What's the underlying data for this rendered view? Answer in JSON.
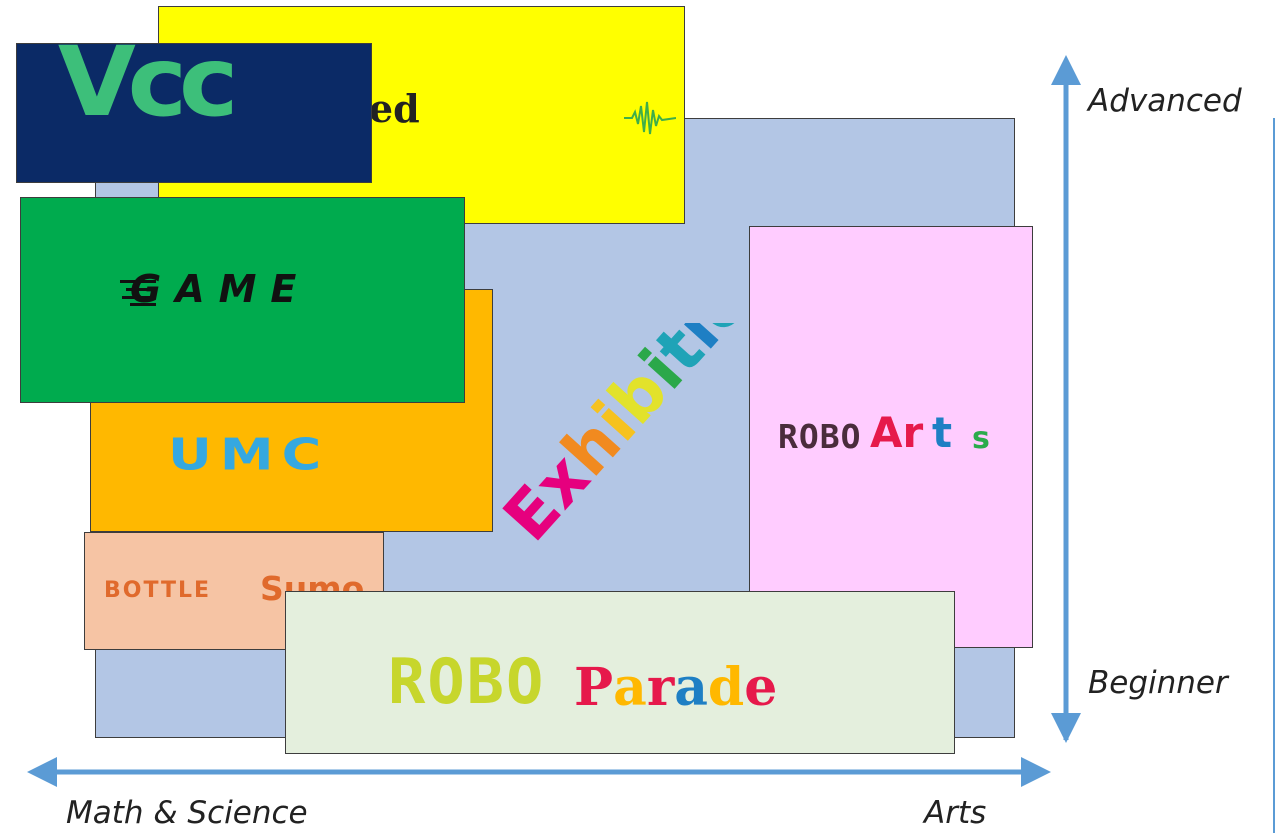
{
  "diagram": {
    "sections": {
      "vcc": {
        "label": "Vcc"
      },
      "robomed": {
        "label": "RoboMed"
      },
      "game": {
        "label": "GAME"
      },
      "umc": {
        "label": "UMC"
      },
      "bottlesumo": {
        "label_part1": "BOTTLE",
        "label_part2": "Sumo"
      },
      "exhibition": {
        "label": "Exhibition"
      },
      "roboarts": {
        "label_part1": "ROBO",
        "label_part2": "Ar",
        "label_part3": "t",
        "label_part4": "s"
      },
      "roboparade": {
        "label_part1": "ROBO",
        "label_part2": "Parade"
      }
    },
    "axes": {
      "vertical": {
        "top": "Advanced",
        "bottom": "Beginner"
      },
      "horizontal": {
        "left": "Math & Science",
        "right": "Arts"
      }
    },
    "colors": {
      "background_panel": "#b3c6e5",
      "robomed": "#ffff00",
      "vcc": "#0b2a66",
      "umc": "#ffb800",
      "game": "#00ab4e",
      "bottlesumo": "#f6c4a4",
      "roboarts": "#ffccff",
      "roboparade": "#e4efdd",
      "arrows": "#5b9bd5"
    }
  }
}
